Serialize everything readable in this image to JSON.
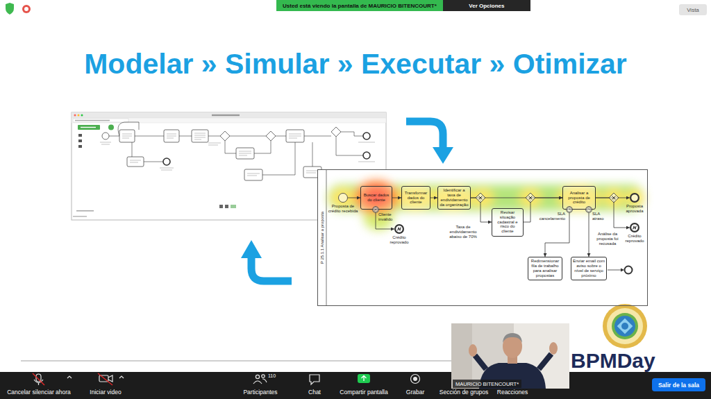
{
  "diagram": {
    "title": "Modelar » Simular » Executar » Otimizar",
    "nodes": [
      {
        "text": [
          "Usted está viendo la pantalla de MAURICIO BITENCOURT*"
        ]
      },
      {
        "text": [
          "Ver Opciones"
        ]
      },
      {
        "text": [
          "Vista"
        ]
      },
      {
        "text": [
          "P 25.1.1 Analisar a proposta"
        ]
      },
      {
        "text": [
          "Proposta de crédito recebida"
        ],
        "in": 3
      },
      {
        "text": [
          "Buscar dados do cliente"
        ],
        "in": 3
      },
      {
        "text": [
          "Cliente inválido"
        ],
        "in": 3
      },
      {
        "text": [
          "Crédito reprovado"
        ],
        "in": 3
      },
      {
        "text": [
          "Transformar dados do cliente"
        ],
        "in": 3
      },
      {
        "text": [
          "Identificar a taxa de endividamento da organização"
        ],
        "in": 3
      },
      {
        "text": [
          "Revisar situação cadastral e risco do cliente"
        ],
        "in": 3
      },
      {
        "text": [
          "Analisar a proposta de crédito"
        ],
        "in": 3
      },
      {
        "text": [
          "SLA cancelamento"
        ],
        "in": 3
      },
      {
        "text": [
          "SLA atraso"
        ],
        "in": 3
      },
      {
        "text": [
          "Proposta aprovada"
        ],
        "in": 3
      },
      {
        "text": [
          "Crédito reprovado"
        ],
        "in": 3
      },
      {
        "text": [
          "Redimensionar fila de trabalho para analisar propostas"
        ],
        "in": 3
      },
      {
        "text": [
          "Enviar email com aviso sobre o nível de serviço próximo"
        ],
        "in": 3
      },
      {
        "text": [
          "MAURICIO BITENCOURT*"
        ]
      },
      {
        "text": [
          "Salir de la sala"
        ]
      }
    ],
    "edges": [
      {
        "from": 4,
        "to": 5,
        "arrow": "to"
      },
      {
        "from": 5,
        "to": 8,
        "arrow": "to"
      },
      {
        "from": 8,
        "to": 9,
        "arrow": "to"
      },
      {
        "from": 9,
        "to": 10,
        "label": "Taxa de endividamento abaixo de 70%",
        "arrow": "to"
      },
      {
        "from": 9,
        "to": 11,
        "arrow": "to"
      },
      {
        "from": 10,
        "to": 11,
        "arrow": "to"
      },
      {
        "from": 11,
        "to": 14,
        "arrow": "to"
      },
      {
        "from": 11,
        "to": 15,
        "label": "Análise da proposta foi recusada",
        "arrow": "to"
      },
      {
        "from": 6,
        "to": 7,
        "arrow": "to"
      },
      {
        "from": 12,
        "to": 16,
        "arrow": "to"
      },
      {
        "from": 13,
        "to": 17,
        "arrow": "to"
      }
    ],
    "labels": [
      "Cancelar silenciar ahora",
      "Iniciar video",
      "110",
      "Participantes",
      "Chat",
      "Compartir pantalla",
      "Grabar",
      "Sección de grupos",
      "Reacciones",
      "BPMDay"
    ]
  }
}
